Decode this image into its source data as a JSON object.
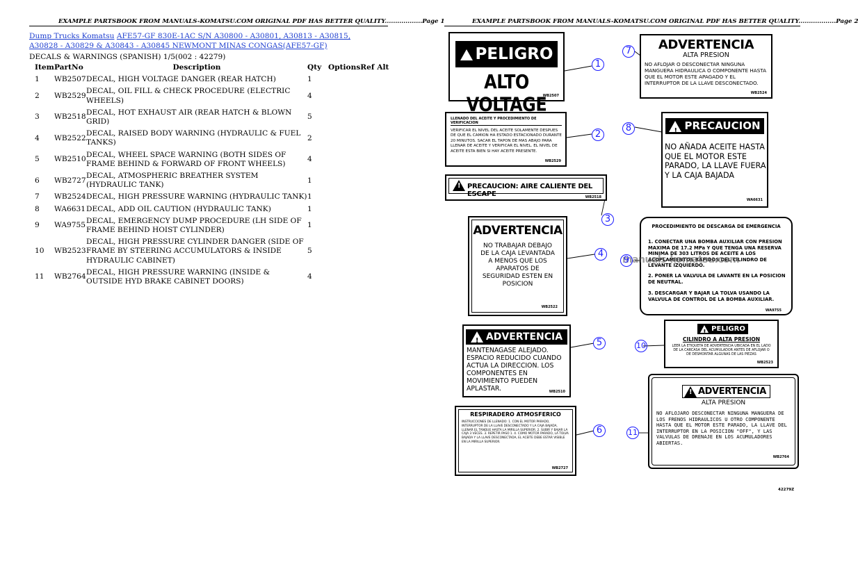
{
  "banner_p1": "EXAMPLE PARTSBOOK FROM MANUALS-KOMATSU.COM ORIGINAL PDF HAS BETTER QUALITY..................Page 1",
  "banner_p2": "EXAMPLE PARTSBOOK FROM MANUALS-KOMATSU.COM ORIGINAL PDF HAS BETTER QUALITY..................Page 2",
  "breadcrumb": {
    "link1": "Dump Trucks Komatsu",
    "link2": "AFE57-GF 830E-1AC S/N A30800 - A30801, A30813 - A30815, A30828 - A30829 & A30843 - A30845 NEWMONT MINAS CONGAS(AFE57-GF)"
  },
  "subtitle": "DECALS & WARNINGS (SPANISH) 1/5(002 : 42279)",
  "table": {
    "headers": {
      "item": "Item",
      "part": "PartNo",
      "desc": "Description",
      "qty": "Qty",
      "opt": "Options",
      "ref": "Ref",
      "alt": "Alt"
    },
    "rows": [
      {
        "item": "1",
        "part": "WB2507",
        "desc": "DECAL, HIGH VOLTAGE DANGER (REAR HATCH)",
        "qty": "1"
      },
      {
        "item": "2",
        "part": "WB2529",
        "desc": "DECAL, OIL FILL & CHECK PROCEDURE (ELECTRIC WHEELS)",
        "qty": "4"
      },
      {
        "item": "3",
        "part": "WB2518",
        "desc": "DECAL, HOT EXHAUST AIR (REAR HATCH & BLOWN GRID)",
        "qty": "5"
      },
      {
        "item": "4",
        "part": "WB2522",
        "desc": "DECAL, RAISED BODY WARNING (HYDRAULIC & FUEL TANKS)",
        "qty": "2"
      },
      {
        "item": "5",
        "part": "WB2510",
        "desc": "DECAL, WHEEL SPACE WARNING (BOTH SIDES OF FRAME BEHIND & FORWARD OF FRONT WHEELS)",
        "qty": "4"
      },
      {
        "item": "6",
        "part": "WB2727",
        "desc": "DECAL, ATMOSPHERIC BREATHER SYSTEM (HYDRAULIC TANK)",
        "qty": "1"
      },
      {
        "item": "7",
        "part": "WB2524",
        "desc": "DECAL, HIGH PRESSURE WARNING (HYDRAULIC TANK)",
        "qty": "1"
      },
      {
        "item": "8",
        "part": "WA6631",
        "desc": "DECAL, ADD OIL CAUTION (HYDRAULIC TANK)",
        "qty": "1"
      },
      {
        "item": "9",
        "part": "WA9755",
        "desc": "DECAL, EMERGENCY DUMP PROCEDURE (LH SIDE OF FRAME BEHIND HOIST CYLINDER)",
        "qty": "1"
      },
      {
        "item": "10",
        "part": "WB2523",
        "desc": "DECAL, HIGH PRESSURE CYLINDER DANGER (SIDE OF FRAME BY STEERING ACCUMULATORS & INSIDE HYDRAULIC CABINET)",
        "qty": "5"
      },
      {
        "item": "11",
        "part": "WB2764",
        "desc": "DECAL, HIGH PRESSURE WARNING (INSIDE & OUTSIDE HYD BRAKE CABINET DOORS)",
        "qty": "4"
      }
    ]
  },
  "diagram": {
    "drawing_no": "42279Z",
    "watermark": "manuals-komatsu.com",
    "decals": {
      "d1": {
        "top": "PELIGRO",
        "bottom": "ALTO VOLTAGE",
        "code": "WB2507"
      },
      "d2": {
        "header": "LLENADO DEL ACEITE Y PROCEDIMIENTO DE VERIFICACION",
        "body": "VERIFICAR EL NIVEL DEL ACEITE SOLAMENTE DESPUES DE QUE EL CAMION HA ESTADO ESTACIONADO DURANTE 20 MINUTOS. SACAR EL TAPON DE MAS ABAJO PARA LLENAR DE ACEITE Y VERIFICAR EL NIVEL. EL NIVEL DE ACEITE ESTA BIEN SI HAY ACEITE PRESENTE.",
        "code": "WB2529"
      },
      "d3": {
        "text": "PRECAUCION: AIRE CALIENTE DEL ESCAPE",
        "code": "WB2518"
      },
      "d4": {
        "title": "ADVERTENCIA",
        "body": "NO TRABAJAR DEBAJO DE LA CAJA LEVANTADA A MENOS QUE LOS APARATOS DE SEGURIDAD ESTEN EN POSICION",
        "code": "WB2522"
      },
      "d5": {
        "title": "ADVERTENCIA",
        "body": "MANTENAGASE ALEJADO. ESPACIO REDUCIDO CUANDO ACTUA LA DIRECCION. LOS COMPONENTES EN MOVIMIENTO PUEDEN APLASTAR.",
        "code": "WB2510"
      },
      "d6": {
        "title": "RESPIRADERO ATMOSFERICO",
        "body": "INSTRUCCIONES DE LLENADO: 1. CON EL MOTOR PARADO, INTERRUPTOR DE LA LLAVE DESCONECTADO Y LA CAJA BAJADA, LLENAR EL TANQUE HASTA LA MIRILLA SUPERIOR. 2. SUBIR Y BAJAR LA CAJA 3 VECES. 3. REPETIR PASO 1. 4. COMO MOTOR PARADO, LA TOLVA BAJADA Y LA LLAVE DESCONECTADA, EL ACEITE DEBE ESTAR VISIBLE EN LA MIRILLA SUPERIOR.",
        "code": "WB2727"
      },
      "d7": {
        "title": "ADVERTENCIA",
        "subtitle": "ALTA PRESION",
        "body": "NO AFLOJAR O DESCONECTAR NINGUNA MANGUERA HIDRAULICA O COMPONENTE HASTA QUE EL MOTOR ESTE APAGADO Y EL INTERRUPTOR DE LA LLAVE DESCONECTADO.",
        "code": "WB2524"
      },
      "d8": {
        "title": "PRECAUCION",
        "body": "NO AÑADA ACEITE HASTA QUE EL MOTOR ESTE PARADO, LA LLAVE FUERA Y LA CAJA BAJADA",
        "code": "WA6631"
      },
      "d9": {
        "title": "PROCEDIMIENTO DE DESCARGA DE EMERGENCIA",
        "steps": [
          "1. CONECTAR UNA BOMBA AUXILIAR CON PRESION MAXIMA DE 17.2 MPa Y QUE TENGA UNA RESERVA MINIMA DE 303 LITROS DE ACEITE A LOS ACOPLAMIENTOS RAPIDOS DEL CILINDRO DE LEVANTE IZQUIERDO.",
          "2. PONER LA VALVULA DE LAVANTE EN LA POSICION DE NEUTRAL.",
          "3. DESCARGAR Y BAJAR LA TOLVA USANDO LA VALVULA DE CONTROL DE LA BOMBA AUXILIAR."
        ],
        "code": "WA9755"
      },
      "d10": {
        "title": "PELIGRO",
        "subtitle": "CILINDRO A ALTA PRESION",
        "body": "LEER LA ETIQUETA DE ADVERTENCIA UBICADA EN EL LADO DE LA CARCASA DEL ACUMULADOR ANTES DE AFLOJAR O DE DESMONTAR ALGUNAS DE LAS PIEZAS",
        "code": "WB2523"
      },
      "d11": {
        "title": "ADVERTENCIA",
        "subtitle": "ALTA PRESION",
        "body": "NO AFLOJARO DESCONECTAR NINGUNA MANGUERA DE LOS FRENOS HIDRAULICOS U OTRO COMPONENTE HASTA QUE EL MOTOR ESTE PARADO, LA LLAVE DEL INTERRUPTOR EN LA POSICION \"OFF\", Y LAS VALVULAS DE DRENAJE EN LOS ACUMULADORES ABIERTAS.",
        "code": "WB2764"
      }
    },
    "callouts": [
      "1",
      "2",
      "3",
      "4",
      "5",
      "6",
      "7",
      "8",
      "9",
      "10",
      "11"
    ]
  }
}
